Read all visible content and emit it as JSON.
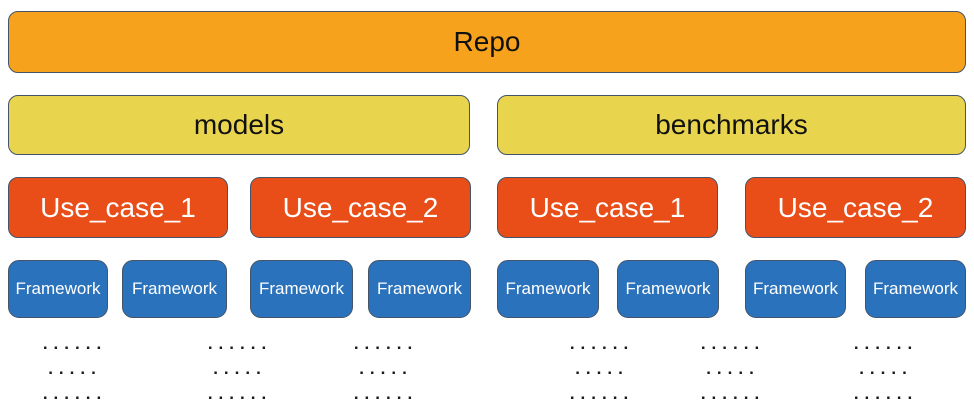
{
  "diagram": {
    "repo_label": "Repo",
    "groups": [
      {
        "label": "models",
        "use_cases": [
          "Use_case_1",
          "Use_case_2"
        ],
        "frameworks": [
          "Framework",
          "Framework",
          "Framework",
          "Framework"
        ]
      },
      {
        "label": "benchmarks",
        "use_cases": [
          "Use_case_1",
          "Use_case_2"
        ],
        "frameworks": [
          "Framework",
          "Framework",
          "Framework",
          "Framework"
        ]
      }
    ],
    "ellipsis_columns": [
      [
        "......",
        ".....",
        "......"
      ],
      [
        "......",
        ".....",
        "......"
      ],
      [
        "......",
        ".....",
        "......"
      ],
      [
        "......",
        ".....",
        "......"
      ],
      [
        "......",
        ".....",
        "......"
      ],
      [
        "......",
        ".....",
        "......"
      ]
    ],
    "colors": {
      "repo_fill": "#F6A21C",
      "group_fill": "#E9D44E",
      "use_case_fill": "#E94D18",
      "framework_fill": "#2B72BC",
      "outline": "#44546A",
      "text_dark": "#111111",
      "text_light": "#FFFFFF"
    }
  }
}
